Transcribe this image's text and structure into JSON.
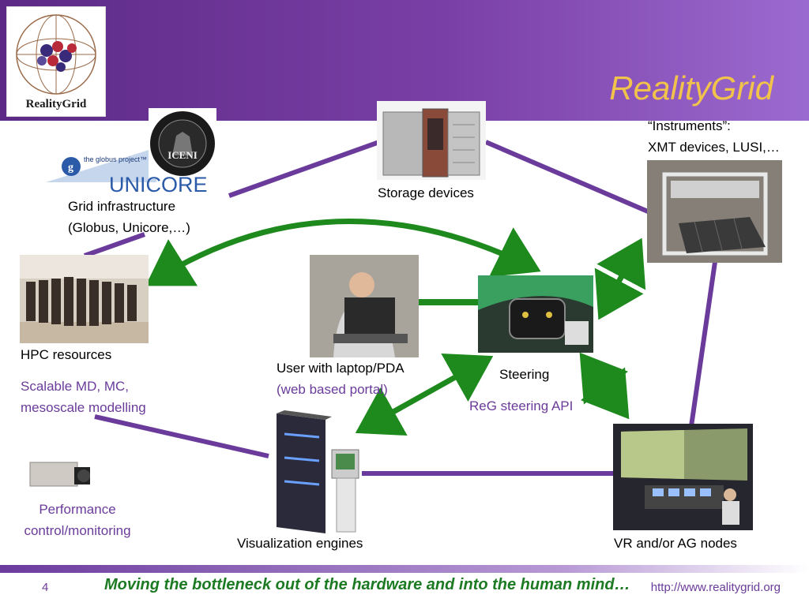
{
  "header": {
    "title": "RealityGrid"
  },
  "logo": {
    "text": "RealityGrid"
  },
  "grid_logos": {
    "globus": "the globus project™",
    "unicore": "UNICORE",
    "iceni": "ICENI"
  },
  "nodes": {
    "grid": {
      "line1": "Grid infrastructure",
      "line2": "(Globus, Unicore,…)"
    },
    "storage": {
      "label": "Storage devices"
    },
    "instruments": {
      "line1": "“Instruments”:",
      "line2": "XMT devices, LUSI,…"
    },
    "hpc": {
      "label": "HPC resources",
      "sub1": "Scalable MD, MC,",
      "sub2": "mesoscale modelling"
    },
    "user": {
      "line1": "User with laptop/PDA",
      "line2": "(web based portal)"
    },
    "steering": {
      "label": "Steering",
      "sub": "ReG steering API"
    },
    "performance": {
      "line1": "Performance",
      "line2": "control/monitoring"
    },
    "viz": {
      "label": "Visualization engines"
    },
    "vr": {
      "label": "VR and/or AG nodes"
    }
  },
  "footer": {
    "slide_number": "4",
    "tagline": "Moving the bottleneck out of the hardware and into the human mind…",
    "url": "http://www.realitygrid.org"
  },
  "colors": {
    "purple": "#6a3b9a",
    "green": "#1e8a1e",
    "gold": "#f2c34a"
  }
}
